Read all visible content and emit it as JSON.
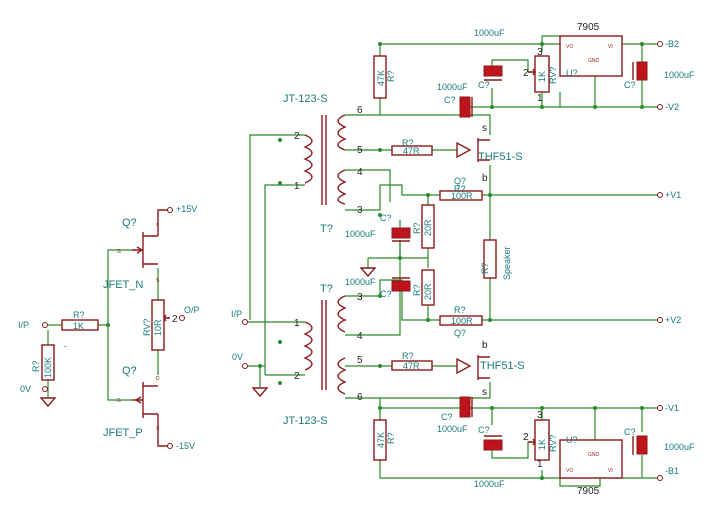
{
  "transformer": {
    "label_top": "JT-123-S",
    "label_bottom": "JT-123-S",
    "ref": "T?"
  },
  "pins": {
    "p1": "1",
    "p2": "2",
    "p3": "3",
    "p4": "4",
    "p5": "5",
    "p6": "6",
    "b1": "b",
    "s1": "s",
    "d1": "d",
    "g1": "G",
    "d2": "D",
    "s2": "S",
    "r1": "1",
    "r2": "2",
    "r3": "3",
    "vi": "VI",
    "vo": "VO",
    "gnd": "GND"
  },
  "refs": {
    "r": "R?",
    "c": "C?",
    "q": "Q?",
    "rv": "RV?",
    "u": "U?"
  },
  "values": {
    "r47k": "47K",
    "r47r": "47R",
    "r100r": "100R",
    "r20r": "20R",
    "r1k": "1K",
    "r100k": "100K",
    "rv10r": "10R",
    "rv1k": "1K",
    "c1000": "1000uF",
    "speaker": "Speaker",
    "mosfet": "THF51-S",
    "jfet_n": "JFET_N",
    "jfet_p": "JFET_P",
    "reg": "7905",
    "minus_sign": "-"
  },
  "nets": {
    "m_b2": "-B2",
    "m_v2": "-V2",
    "p_v1": "+V1",
    "p_v2": "+V2",
    "m_v1": "-V1",
    "m_b1": "-B1",
    "p15": "+15V",
    "m15": "-15V",
    "ip": "I/P",
    "op": "O/P",
    "zero_v": "0V"
  }
}
